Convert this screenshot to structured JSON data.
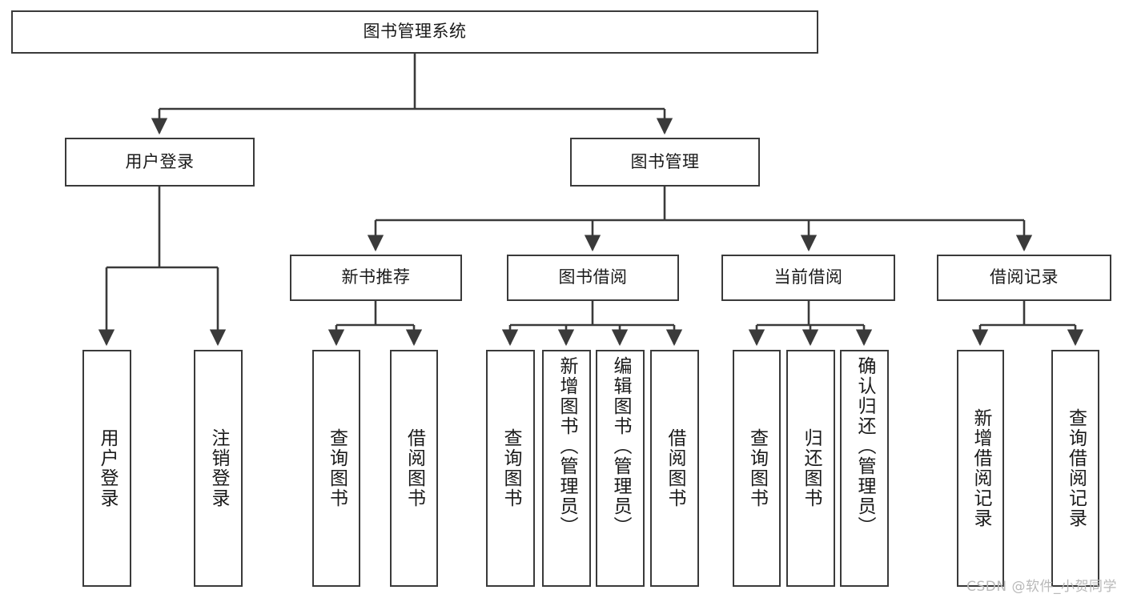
{
  "diagram": {
    "title": "图书管理系统",
    "type": "tree-hierarchy",
    "colors": {
      "background": "#ffffff",
      "box_border": "#3a3a3a",
      "box_fill": "#ffffff",
      "edge": "#3a3a3a",
      "text": "#1a1a1a",
      "watermark": "#b9b9b9"
    },
    "root": {
      "label": "图书管理系统"
    },
    "level1": [
      {
        "label": "用户登录"
      },
      {
        "label": "图书管理"
      }
    ],
    "level2": [
      {
        "label": "新书推荐"
      },
      {
        "label": "图书借阅"
      },
      {
        "label": "当前借阅"
      },
      {
        "label": "借阅记录"
      }
    ],
    "leaves": {
      "user_login": [
        {
          "label": "用户登录"
        },
        {
          "label": "注销登录"
        }
      ],
      "new_book_recommend": [
        {
          "label": "查询图书"
        },
        {
          "label": "借阅图书"
        }
      ],
      "book_borrow": [
        {
          "label": "查询图书"
        },
        {
          "label": "新增图书（管理员）"
        },
        {
          "label": "编辑图书（管理员）"
        },
        {
          "label": "借阅图书"
        }
      ],
      "current_borrow": [
        {
          "label": "查询图书"
        },
        {
          "label": "归还图书"
        },
        {
          "label": "确认归还（管理员）"
        }
      ],
      "borrow_record": [
        {
          "label": "新增借阅记录"
        },
        {
          "label": "查询借阅记录"
        }
      ]
    }
  },
  "watermark": {
    "text": "CSDN @软件_小贺同学"
  }
}
